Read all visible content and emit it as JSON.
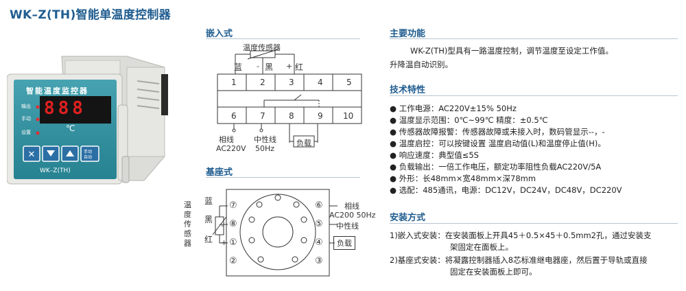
{
  "title": "WK–Z(TH)智能单温度控制器",
  "device": {
    "brand_text": "智能温度监控器",
    "display": "888",
    "unit": "℃",
    "indicators": [
      "输出",
      "手动",
      "设置"
    ],
    "buttons": {
      "manual": "手动",
      "auto": "自动"
    },
    "model": "WK–Z(TH)"
  },
  "embedded": {
    "heading": "嵌入式",
    "sensor_label": "温度传感器",
    "wire_blue": "蓝",
    "wire_minus": "-",
    "wire_black": "黑",
    "wire_plus": "+",
    "wire_red": "红",
    "terminals_top": [
      "1",
      "2",
      "3",
      "4",
      "5"
    ],
    "terminals_bottom": [
      "6",
      "7",
      "8",
      "9",
      "10"
    ],
    "phase_label": "相线",
    "neutral_label": "中性线",
    "voltage_label": "AC220V",
    "freq_label": "50Hz",
    "load_label": "负载"
  },
  "base": {
    "heading": "基座式",
    "sensor_label_chars": [
      "温",
      "度",
      "传",
      "感",
      "器"
    ],
    "wire_blue": "蓝",
    "wire_black": "黑",
    "wire_red": "红",
    "left_pins": [
      "⑦",
      "⑧",
      "①",
      "②"
    ],
    "right_pins": [
      "⑥",
      "⑤",
      "④",
      "③"
    ],
    "minus": "-",
    "plus": "+",
    "phase_label": "相线",
    "voltage_label": "AC200 50Hz",
    "neutral_label": "中性线",
    "load_label": "负载"
  },
  "functions": {
    "heading": "主要功能",
    "line1": "WK-Z(TH)型具有一路温度控制，调节温度至设定工作值。",
    "line2": "升降温自动识别。"
  },
  "specs": {
    "heading": "技术特性",
    "items": [
      "工作电源：AC220V±15% 50Hz",
      "温度显示范围：0℃~99℃  精度：±0.5℃",
      "传感器故障报警：传感器故障或未接入时，数码管显示--，-",
      "温度启控：可以按键设置 温度启动值(L)和温度停止值(H)。",
      "响应速度：典型值≤5S",
      "负载输出：一倍工作电压，额定功率阻性负载AC220V/5A",
      "外形：长48mm×宽48mm×深78mm",
      "选配：485通讯，电源：DC12V，DC24V，DC48V，DC220V"
    ]
  },
  "install": {
    "heading": "安装方式",
    "item1_line1": "1)嵌入式安装：在安装面板上开具45＋0.5×45＋0.5mm2孔，通过安装支",
    "item1_line2": "架固定在面板上。",
    "item2_line1": "2)基座式安装：将凝露控制器插入8芯标准继电器座，然后置于导轨或直接",
    "item2_line2": "固定在安装面板上即可。"
  },
  "colors": {
    "heading": "#1f5c8f",
    "panel_teal": "#2f8f9e",
    "display_bg": "#1a1a1a",
    "digit_red": "#e02020"
  }
}
